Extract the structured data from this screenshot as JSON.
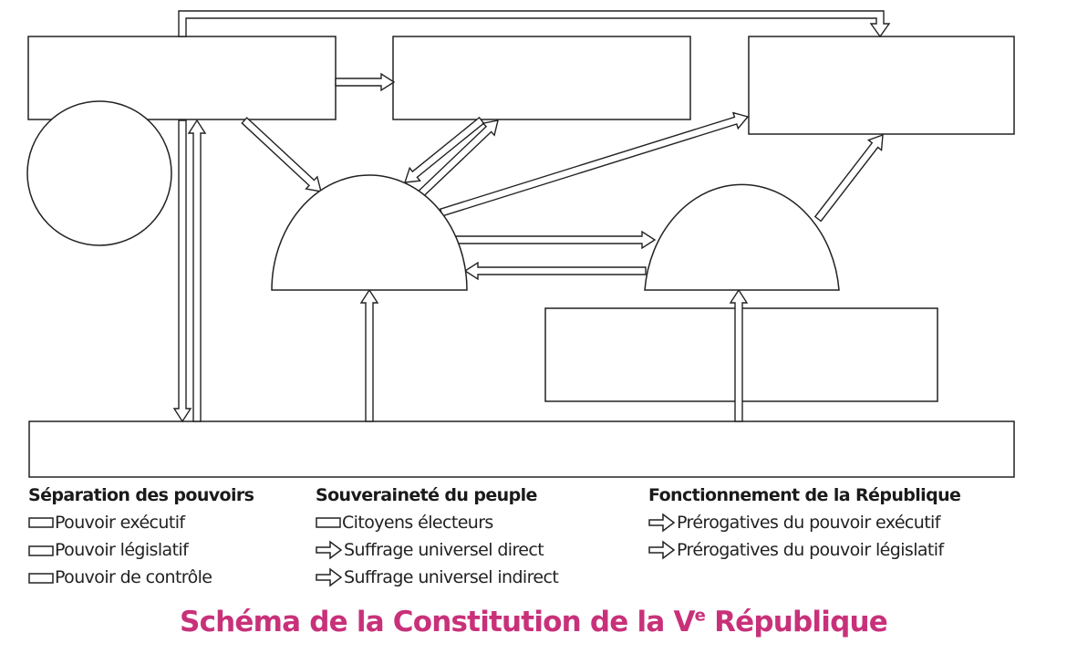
{
  "legend": {
    "separation": {
      "title": "Séparation des pouvoirs",
      "items": [
        "Pouvoir exécutif",
        "Pouvoir législatif",
        "Pouvoir de contrôle"
      ]
    },
    "souverainete": {
      "title": "Souveraineté du peuple",
      "items": [
        "Citoyens électeurs",
        "Suffrage universel direct",
        "Suffrage universel indirect"
      ]
    },
    "fonctionnement": {
      "title": "Fonctionnement de la République",
      "items": [
        "Prérogatives du pouvoir exécutif",
        "Prérogatives du pouvoir législatif"
      ]
    }
  },
  "title": {
    "main": "Schéma de la Constitution de la V",
    "sup": "e",
    "end": " République"
  },
  "colors": {
    "title": "#c8317a",
    "stroke": "#222222"
  }
}
